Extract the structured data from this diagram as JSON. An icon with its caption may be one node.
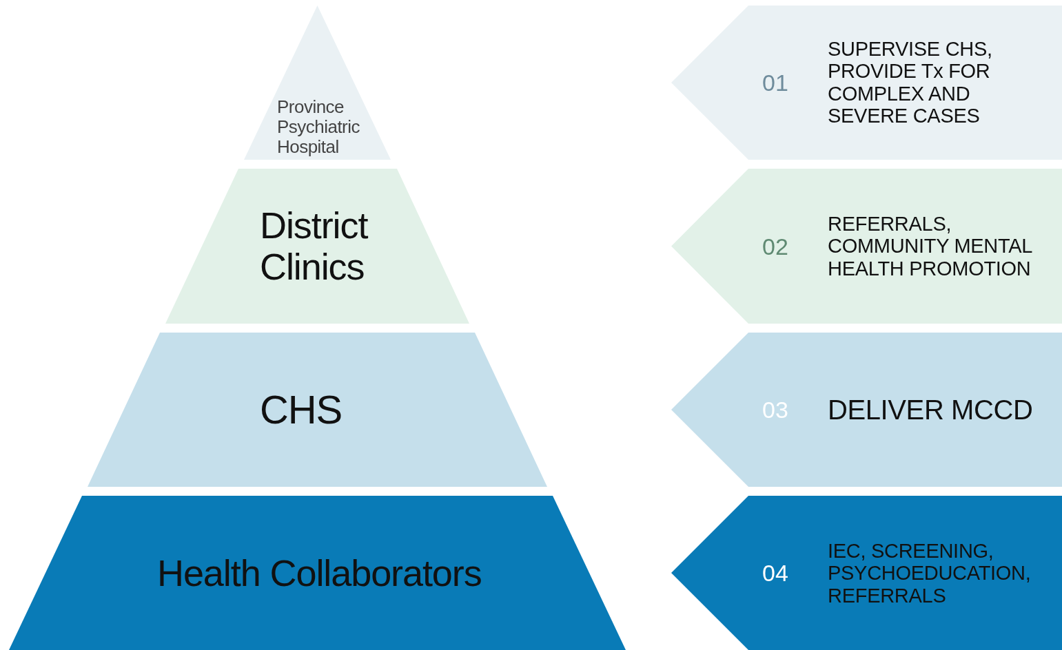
{
  "diagram": {
    "nodes": [
      {
        "text": [
          "Province Psychiatric Hospital"
        ]
      },
      {
        "text": [
          "District Clinics"
        ]
      },
      {
        "text": [
          "CHS"
        ]
      },
      {
        "text": [
          "Health Collaborators"
        ]
      },
      {
        "text": [
          "01",
          "SUPERVISE CHS, PROVIDE Tx FOR COMPLEX AND SEVERE CASES"
        ]
      },
      {
        "text": [
          "02",
          "REFERRALS, COMMUNITY MENTAL HEALTH PROMOTION"
        ]
      },
      {
        "text": [
          "03",
          "DELIVER MCCD"
        ]
      },
      {
        "text": [
          "04",
          "IEC, SCREENING, PSYCHOEDUCATION, REFERRALS"
        ]
      }
    ]
  }
}
